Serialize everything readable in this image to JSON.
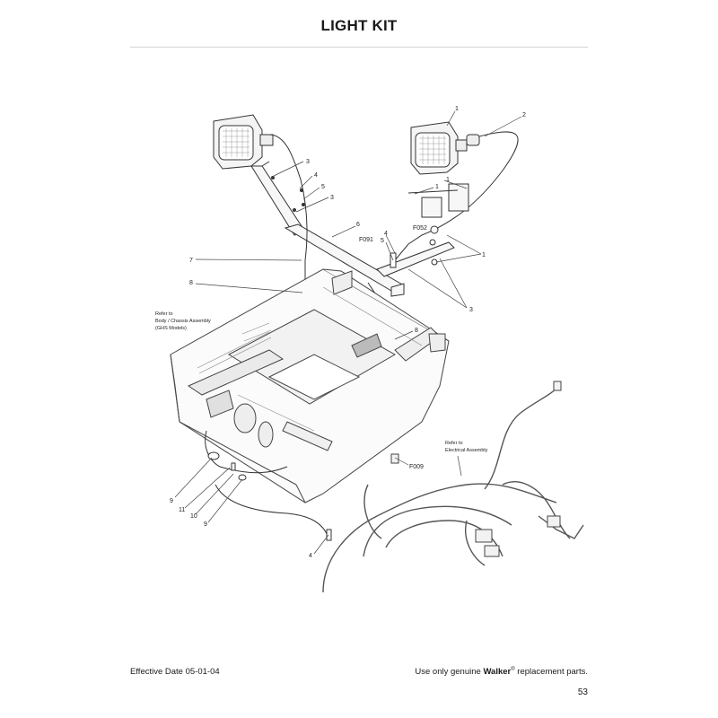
{
  "page": {
    "title": "LIGHT KIT",
    "footer": {
      "effective_date": "Effective Date 05-01-04",
      "replacement_prefix": "Use only genuine ",
      "brand": "Walker",
      "registered_mark": "®",
      "replacement_suffix": " replacement parts.",
      "page_number": "53"
    }
  },
  "diagram": {
    "callouts": {
      "c1_top": "1",
      "c2_top": "2",
      "c3_a": "3",
      "c4_a": "4",
      "c5_a": "5",
      "c3_b": "3",
      "c1_b": "1",
      "c1_c": "1",
      "c6": "6",
      "c4_b": "4",
      "c5_b": "5",
      "f052": "F052",
      "f091": "F091",
      "c1_d": "1",
      "c7": "7",
      "c8_a": "8",
      "c3_c": "3",
      "c8_b": "8",
      "f009": "F009",
      "c9_a": "9",
      "c11": "11",
      "c10": "10",
      "c9_b": "9",
      "c4_c": "4"
    },
    "notes": {
      "body_ref_line1": "Refer to",
      "body_ref_line2": "Body / Chassis Assembly",
      "body_ref_line3": "(GHS Models)",
      "elec_ref_line1": "Refer to",
      "elec_ref_line2": "Electrical Assembly"
    }
  }
}
